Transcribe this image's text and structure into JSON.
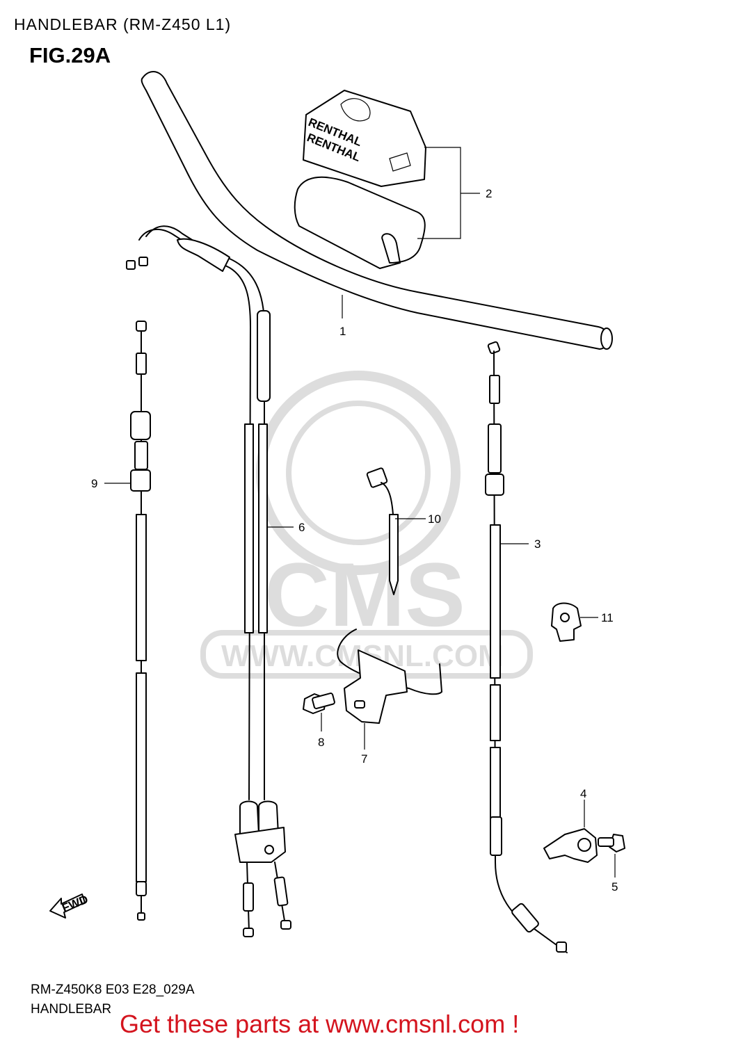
{
  "header": {
    "title": "HANDLEBAR (RM-Z450 L1)",
    "figure": "FIG.29A"
  },
  "footer": {
    "code": "RM-Z450K8 E03 E28_029A",
    "name": "HANDLEBAR"
  },
  "promo": "Get these parts at www.cmsnl.com !",
  "promo_color": "#d4141e",
  "watermark": {
    "logo": "CMS",
    "url": "WWW.CMSNL.COM"
  },
  "pad_brand": "RENTHAL",
  "fwd_label": "FWD",
  "callouts": [
    "1",
    "2",
    "3",
    "4",
    "5",
    "6",
    "7",
    "8",
    "9",
    "10",
    "11"
  ]
}
